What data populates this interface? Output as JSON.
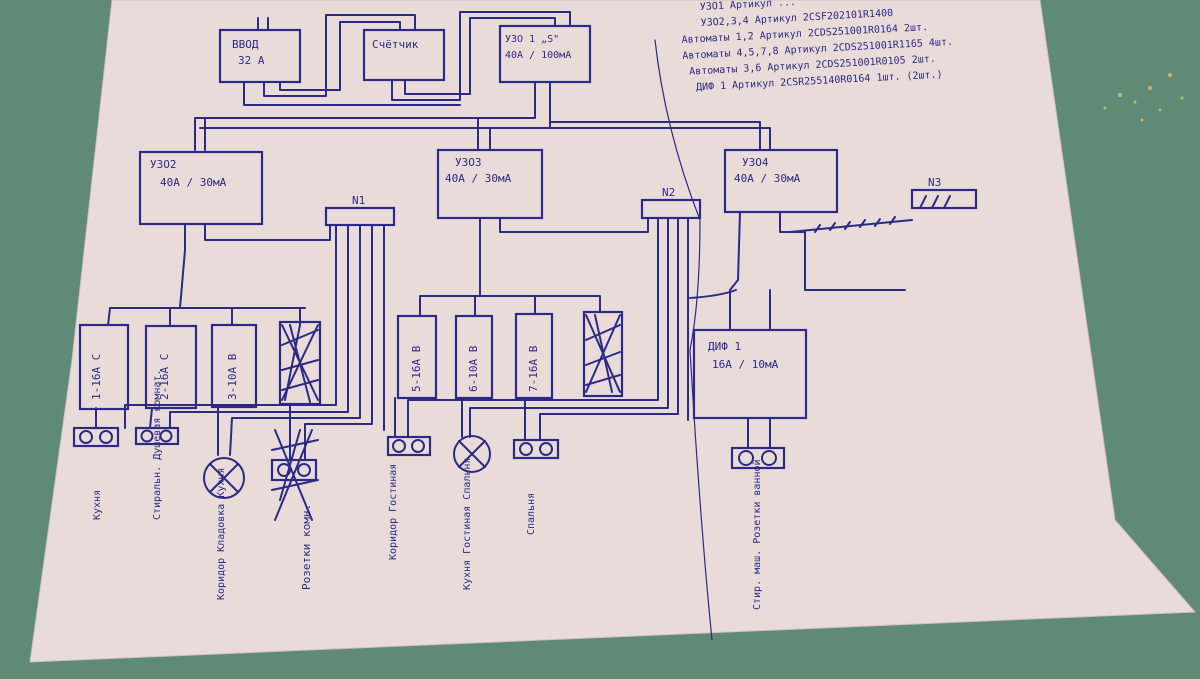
{
  "diagram": {
    "top_boxes": {
      "vvod": {
        "line1": "ВВОД",
        "line2": "32 А"
      },
      "meter": {
        "line1": "Счётчик"
      },
      "uzo1": {
        "line1": "УЗО 1 „S\"",
        "line2": "40А / 100мА"
      }
    },
    "uzo_boxes": {
      "uzo2": {
        "line1": "УЗО2",
        "line2": "40А / 30мА"
      },
      "uzo3": {
        "line1": "УЗО3",
        "line2": "40А / 30мА"
      },
      "uzo4": {
        "line1": "УЗО4",
        "line2": "40А / 30мА"
      }
    },
    "n_bars": {
      "n1": "N1",
      "n2": "N2",
      "n3": "N3"
    },
    "breakers": {
      "b1": "1-16А С",
      "b2": "2-16А С",
      "b3": "3-10А В",
      "b5": "5-16А В",
      "b6": "6-10А В",
      "b7": "7-16А В"
    },
    "dif": {
      "line1": "ДИФ 1",
      "line2": "16А / 10мА"
    },
    "loads": {
      "l1": "Кухня",
      "l2": "Стиральн. Душевая комнат.",
      "l3": "Коридор Кладовка Кухня",
      "l4": "Розетки комн.",
      "l5": "Коридор Гостиная",
      "l6": "Кухня Гостиная Спальня",
      "l7": "Спальня",
      "l8": "Стир. маш. Розетки ванной"
    },
    "notes": {
      "n1": "УЗО1  Артикул ...",
      "n2": "УЗО2,3,4  Артикул 2CSF202101R1400",
      "n3": "Автоматы 1,2  Артикул 2CDS251001R0164  2шт.",
      "n4": "Автоматы 4,5,7,8  Артикул 2CDS251001R1165  4шт.",
      "n5": "Автоматы 3,6  Артикул 2CDS251001R0105  2шт.",
      "n6": "ДИФ 1  Артикул 2CSR255140R0164  1шт. (2шт.)"
    }
  }
}
